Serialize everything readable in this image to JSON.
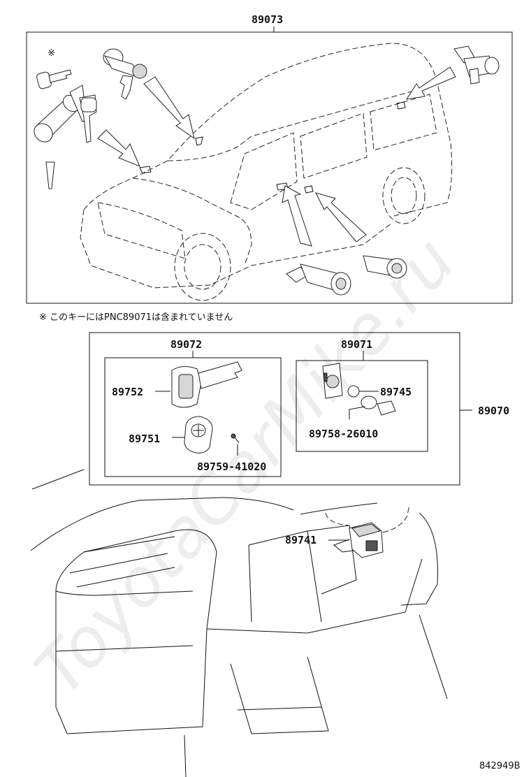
{
  "labels": {
    "p89073": "89073",
    "note": "※  このキーにはPNC89071は含まれていません",
    "note_mark": "※",
    "p89072": "89072",
    "p89071": "89071",
    "p89752": "89752",
    "p89745": "89745",
    "p89070": "89070",
    "p89751": "89751",
    "p89758": "89758-26010",
    "p89759": "89759-41020",
    "p89741": "89741",
    "drawing_number": "842949B"
  },
  "watermark": "ToyotaCarMike.ru"
}
